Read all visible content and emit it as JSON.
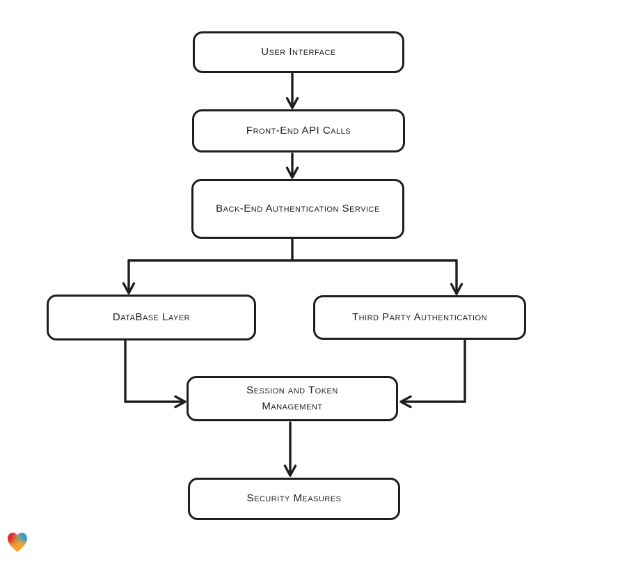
{
  "diagram": {
    "type": "flowchart",
    "style": "hand-drawn",
    "nodes": [
      {
        "id": "user-interface",
        "label": "User Interface"
      },
      {
        "id": "front-end-api-calls",
        "label": "Front-End API Calls"
      },
      {
        "id": "back-end-authentication-service",
        "label": "Back-End Authentication Service"
      },
      {
        "id": "database-layer",
        "label": "DataBase Layer"
      },
      {
        "id": "third-party-authentication",
        "label": "Third Party Authentication"
      },
      {
        "id": "session-and-token-management",
        "label": "Session and Token Management"
      },
      {
        "id": "security-measures",
        "label": "Security Measures"
      }
    ],
    "edges": [
      {
        "from": "user-interface",
        "to": "front-end-api-calls"
      },
      {
        "from": "front-end-api-calls",
        "to": "back-end-authentication-service"
      },
      {
        "from": "back-end-authentication-service",
        "to": "database-layer"
      },
      {
        "from": "back-end-authentication-service",
        "to": "third-party-authentication"
      },
      {
        "from": "database-layer",
        "to": "session-and-token-management"
      },
      {
        "from": "third-party-authentication",
        "to": "session-and-token-management"
      },
      {
        "from": "session-and-token-management",
        "to": "security-measures"
      }
    ]
  },
  "colors": {
    "stroke": "#1e1e1e",
    "node_fill": "#ffffff",
    "background": "#ffffff",
    "logo_red": "#e5232e",
    "logo_blue": "#2f9bd6",
    "logo_green": "#67b44b",
    "logo_orange": "#f5a02e"
  },
  "logo": {
    "icon": "gradient-heart-logo"
  }
}
